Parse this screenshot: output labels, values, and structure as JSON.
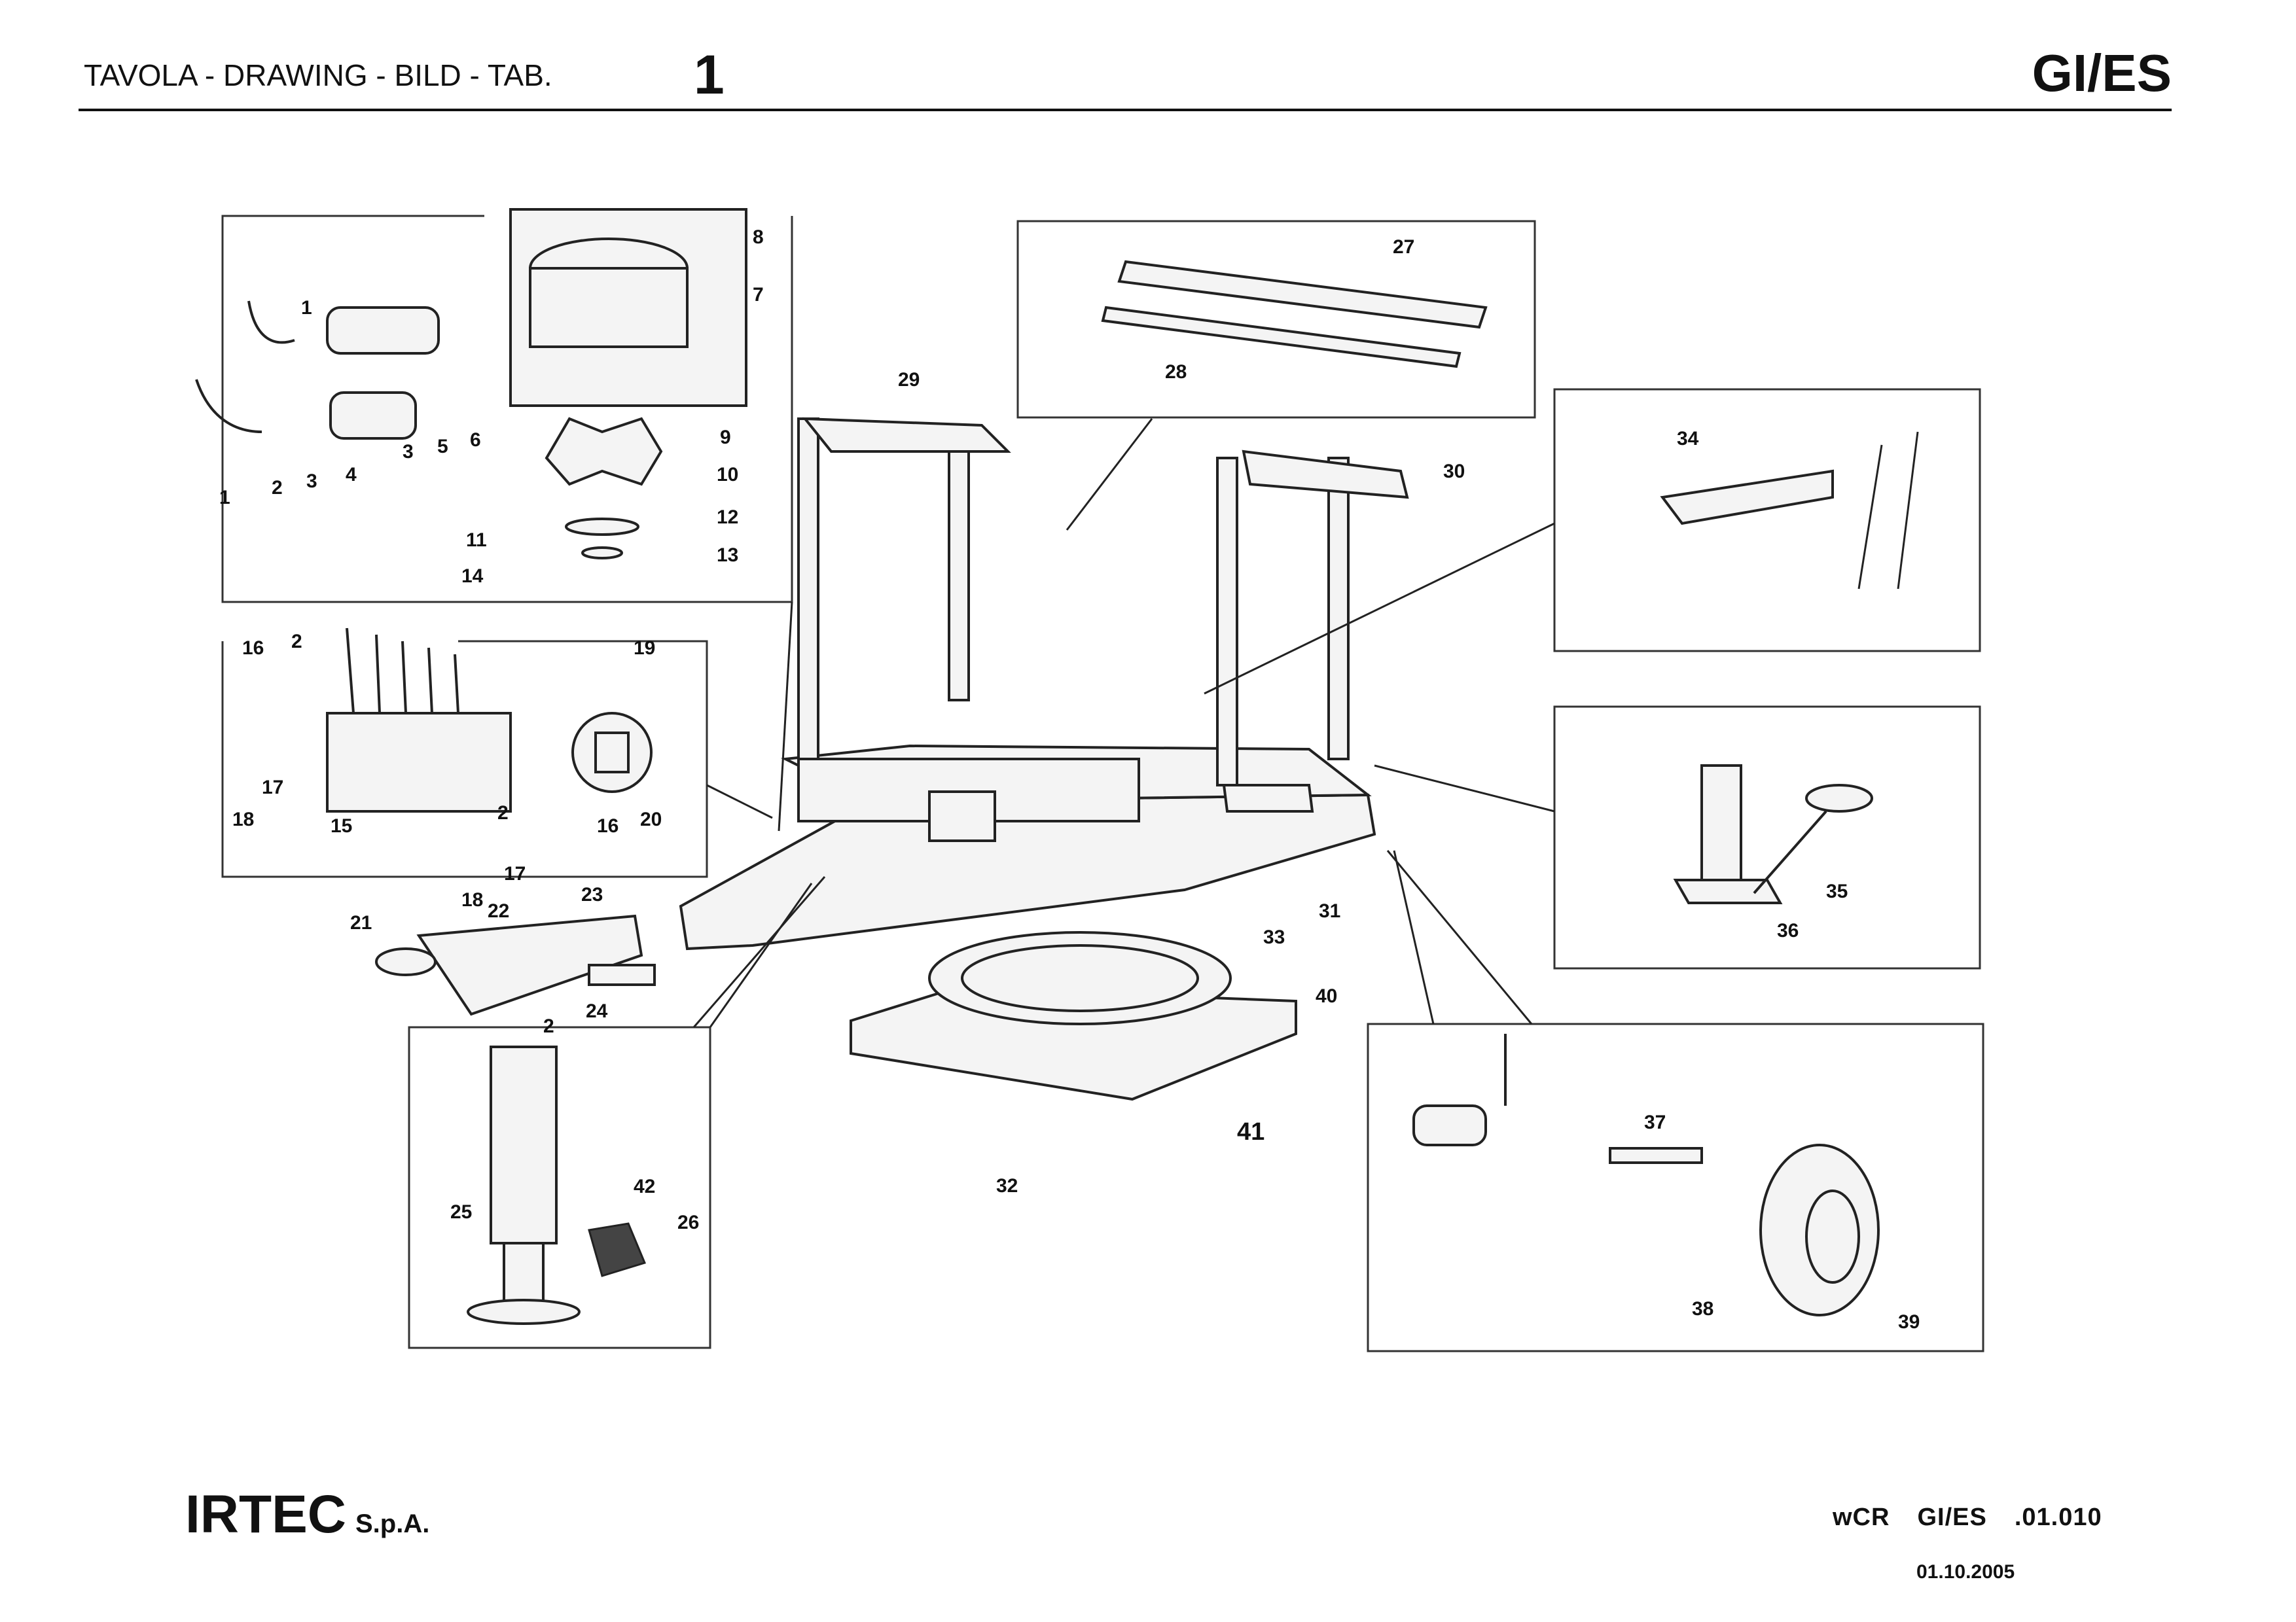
{
  "header": {
    "title": "TAVOLA - DRAWING - BILD - TAB.",
    "table_number": "1",
    "model": "GI/ES"
  },
  "footer": {
    "company": "IRTEC",
    "company_suffix": "S.p.A.",
    "code_parts": [
      "wCR",
      "GI/ES",
      ".01.010"
    ],
    "date": "01.10.2005"
  },
  "callouts": [
    "1",
    "1",
    "2",
    "3",
    "4",
    "3",
    "5",
    "6",
    "7",
    "8",
    "9",
    "10",
    "11",
    "12",
    "13",
    "14",
    "16",
    "2",
    "19",
    "17",
    "18",
    "15",
    "2",
    "16",
    "20",
    "17",
    "18",
    "21",
    "22",
    "23",
    "24",
    "2",
    "42",
    "25",
    "26",
    "27",
    "28",
    "29",
    "30",
    "31",
    "32",
    "33",
    "40",
    "41",
    "34",
    "35",
    "36",
    "37",
    "38",
    "39"
  ]
}
